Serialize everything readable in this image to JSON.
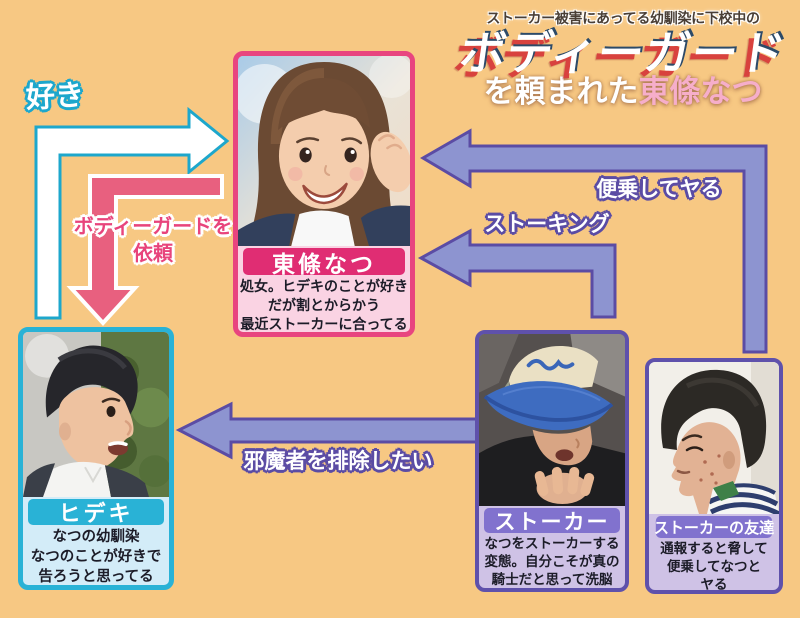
{
  "background_color": "#f7c883",
  "title": {
    "tagline": "ストーカー被害にあってる幼馴染に下校中の",
    "main": "ボディーガード",
    "sub_prefix": "を頼まれた",
    "sub_name": "東條なつ",
    "main_color": "#ffffff",
    "main_shadow_color": "#d8423e",
    "sub_name_color": "#f6aeca"
  },
  "relations": {
    "suki": {
      "label": "好き",
      "arrow_fill": "#ffffff",
      "arrow_outline": "#1da7cc",
      "from": "hideki",
      "to": "natsu"
    },
    "bodyguard": {
      "label_line1": "ボディーガードを",
      "label_line2": "依頼",
      "arrow_fill": "#e8607f",
      "arrow_outline": "#ffffff",
      "from": "natsu",
      "to": "hideki"
    },
    "binjou": {
      "label": "便乗してヤる",
      "arrow_fill": "#8d94d0",
      "arrow_outline": "#5b4ca4",
      "from": "friend",
      "to": "natsu"
    },
    "stalking": {
      "label": "ストーキング",
      "arrow_fill": "#8d94d0",
      "arrow_outline": "#5b4ca4",
      "from": "stalker",
      "to": "natsu"
    },
    "exclude": {
      "label": "邪魔者を排除したい",
      "arrow_fill": "#8d94d0",
      "arrow_outline": "#5b4ca4",
      "from": "stalker",
      "to": "hideki"
    }
  },
  "characters": {
    "natsu": {
      "name": "東條なつ",
      "desc": [
        "処女。ヒデキのことが好き",
        "だが割とからかう",
        "最近ストーカーに合ってる"
      ],
      "accent_color": "#e8457f",
      "badge_color": "#e02d73",
      "desc_bg": "#fad3e3",
      "photo": "smiling-girl-long-brown-hair"
    },
    "hideki": {
      "name": "ヒデキ",
      "desc": [
        "なつの幼馴染",
        "なつのことが好きで",
        "告ろうと思ってる"
      ],
      "accent_color": "#29b2d6",
      "badge_color": "#29b2d6",
      "desc_bg": "#d3ecf8",
      "photo": "young-man-dark-jacket-profile"
    },
    "stalker": {
      "name": "ストーカー",
      "desc": [
        "なつをストーカーする",
        "変態。自分こそが真の",
        "騎士だと思って洗脳"
      ],
      "accent_color": "#5f51ab",
      "badge_color": "#8172ce",
      "desc_bg": "#cfc2e6",
      "photo": "man-in-blue-trucker-cap"
    },
    "friend": {
      "name": "ストーカーの友達",
      "desc": [
        "通報すると脅して",
        "便乗してなつと",
        "ヤる"
      ],
      "accent_color": "#5f51ab",
      "badge_color": "#8172ce",
      "desc_bg": "#cfc2e6",
      "photo": "man-striped-shirt-profile"
    }
  }
}
